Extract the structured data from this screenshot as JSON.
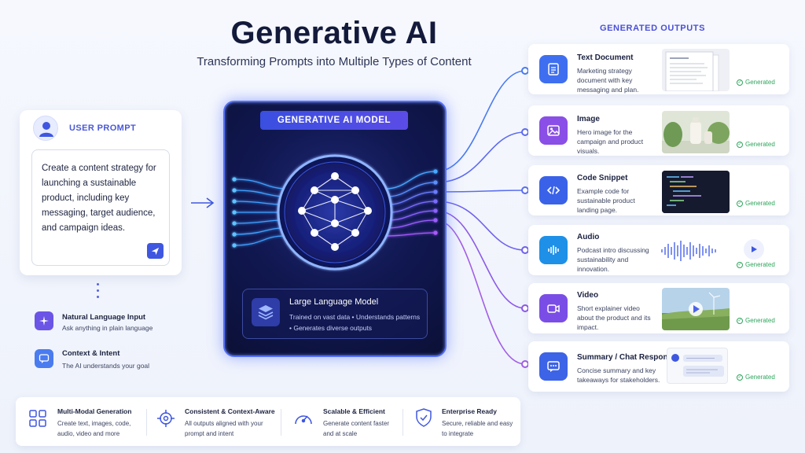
{
  "header": {
    "title": "Generative AI",
    "subtitle": "Transforming Prompts into Multiple Types of Content"
  },
  "user_prompt": {
    "label": "USER PROMPT",
    "text": "Create a content strategy for launching a sustainable product, including key messaging, target audience, and campaign ideas.",
    "send_icon": "send-icon"
  },
  "features": [
    {
      "title": "Natural Language Input",
      "desc": "Ask anything in plain language",
      "icon": "sparkle-icon",
      "color": "#6b55e6"
    },
    {
      "title": "Context & Intent",
      "desc": "The AI understands your goal",
      "icon": "chat-icon",
      "color": "#4a7cf0"
    }
  ],
  "model": {
    "badge": "GENERATIVE AI MODEL",
    "llm_title": "Large Language Model",
    "llm_desc": "Trained on vast data • Understands patterns • Generates diverse outputs",
    "core_icon": "neural-network-icon",
    "llm_icon": "layers-icon"
  },
  "outputs": {
    "title": "GENERATED OUTPUTS",
    "status_label": "Generated",
    "items": [
      {
        "title": "Text Document",
        "desc": "Marketing strategy document with key messaging and plan.",
        "icon": "document-icon",
        "color": "#3f6ff0",
        "thumb": "document-preview"
      },
      {
        "title": "Image",
        "desc": "Hero image for the campaign and product visuals.",
        "icon": "image-icon",
        "color": "#8a4fe6",
        "thumb": "product-photo"
      },
      {
        "title": "Code Snippet",
        "desc": "Example code for sustainable product landing page.",
        "icon": "code-icon",
        "color": "#3a62e8",
        "thumb": "code-editor"
      },
      {
        "title": "Audio",
        "desc": "Podcast intro discussing sustainability and innovation.",
        "icon": "audio-wave-icon",
        "color": "#1e90e8",
        "thumb": "waveform"
      },
      {
        "title": "Video",
        "desc": "Short explainer video about the product and its impact.",
        "icon": "video-icon",
        "color": "#7a4ee6",
        "thumb": "wind-turbine-video"
      },
      {
        "title": "Summary / Chat Response",
        "desc": "Concise summary and key takeaways for stakeholders.",
        "icon": "chat-bubble-icon",
        "color": "#3d63e6",
        "thumb": "chat-preview"
      }
    ]
  },
  "bottom": [
    {
      "title": "Multi-Modal Generation",
      "desc": "Create text, images, code, audio, video and more",
      "icon": "grid-icon"
    },
    {
      "title": "Consistent & Context-Aware",
      "desc": "All outputs aligned with your prompt and intent",
      "icon": "target-icon"
    },
    {
      "title": "Scalable & Efficient",
      "desc": "Generate content faster and at scale",
      "icon": "speedometer-icon"
    },
    {
      "title": "Enterprise Ready",
      "desc": "Secure, reliable and easy to integrate",
      "icon": "shield-check-icon"
    }
  ]
}
